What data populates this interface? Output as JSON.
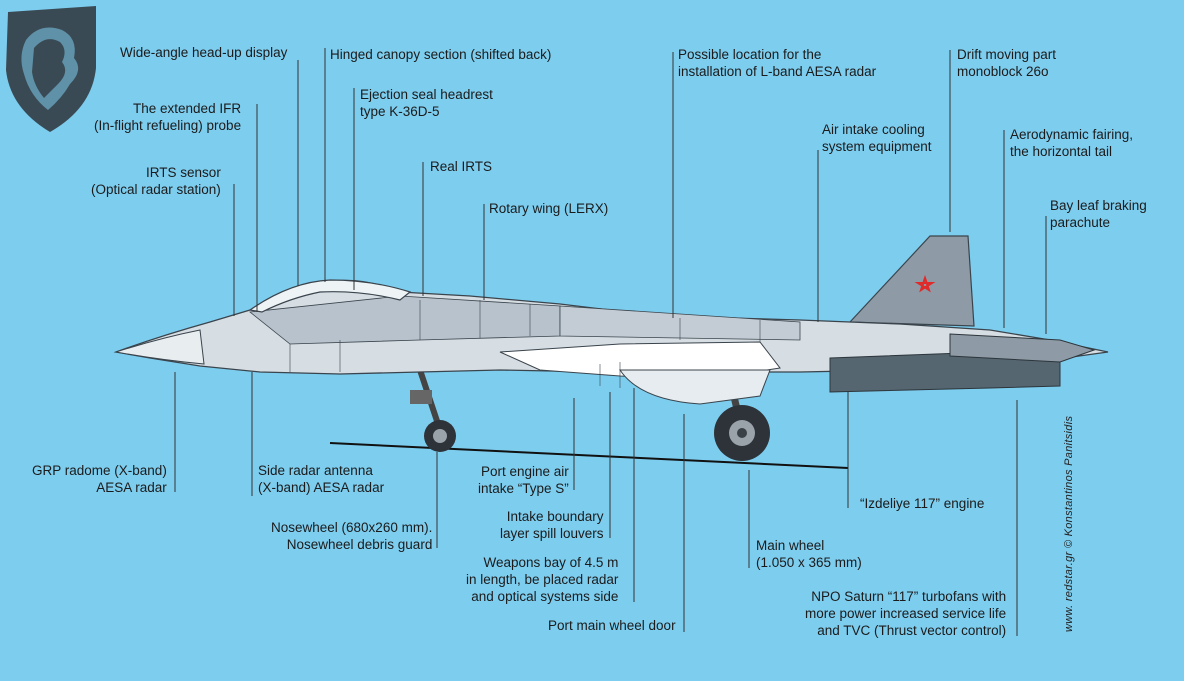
{
  "labels": {
    "hud": "Wide-angle head-up display",
    "canopy": "Hinged canopy section (shifted back)",
    "seat": "Ejection seal headrest\ntype K-36D-5",
    "real_irts": "Real IRTS",
    "lerx": "Rotary wing (LERX)",
    "ifr": "The extended IFR\n(In-flight refueling) probe",
    "irts_sensor": "IRTS sensor\n(Optical radar station)",
    "lband": "Possible location for the\ninstallation of L-band AESA radar",
    "drift": "Drift moving part\nmonoblock 26o",
    "cooling": "Air intake cooling\nsystem equipment",
    "fairing": "Aerodynamic fairing,\nthe horizontal tail",
    "parachute": "Bay leaf braking\nparachute",
    "radome": "GRP radome (X-band)\nAESA radar",
    "side_radar": "Side radar antenna\n(X-band) AESA radar",
    "nosewheel": "Nosewheel (680x260 mm).\nNosewheel debris guard",
    "intake": "Port engine air\nintake “Type S”",
    "louvers": "Intake boundary\nlayer spill louvers",
    "weapons_bay": "Weapons bay of 4.5 m\nin length, be placed radar\nand optical systems side",
    "wheel_door": "Port main wheel door",
    "main_wheel": "Main wheel\n(1.050 x 365 mm)",
    "engine": "“Izdeliye 117” engine",
    "turbofans": "NPO Saturn “117” turbofans with\nmore power increased service life\nand TVC (Thrust vector control)"
  },
  "credit": "www. redstar.gr © Konstantinos Panitsidis",
  "colors": {
    "background": "#7dcdef",
    "airframe_light": "#d6dde3",
    "airframe_mid": "#b7c2cc",
    "airframe_dark": "#8e9aa5",
    "engine_dark": "#566670",
    "star": "#e02a2a",
    "logo": "#3a4a54"
  }
}
